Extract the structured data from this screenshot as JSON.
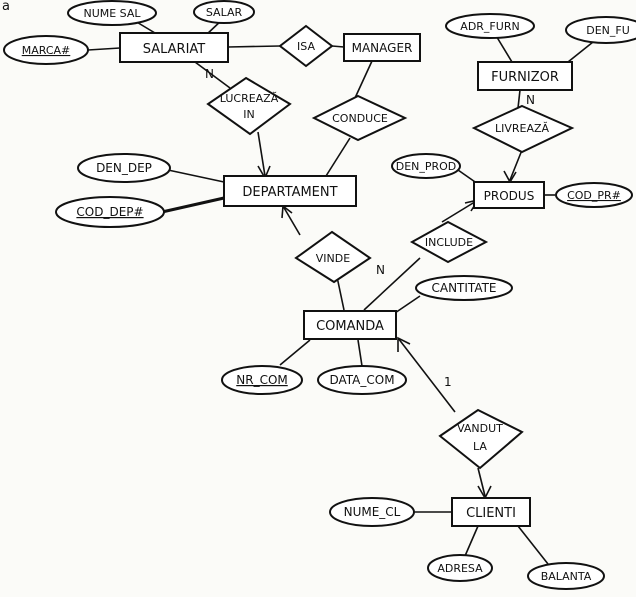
{
  "diagram": {
    "header_fragment": "a",
    "entities": {
      "salariat": "SALARIAT",
      "manager": "MANAGER",
      "furnizor": "FURNIZOR",
      "departament": "DEPARTAMENT",
      "produs": "PRODUS",
      "comanda": "COMANDA",
      "clienti": "CLIENTI"
    },
    "relationships": {
      "isa": "ISA",
      "lucreaza_in_line1": "LUCREAZĂ",
      "lucreaza_in_line2": "IN",
      "conduce": "CONDUCE",
      "livreaza": "LIVREAZĂ",
      "vinde": "VINDE",
      "include": "INCLUDE",
      "vandut_la_line1": "VANDUT",
      "vandut_la_line2": "LA"
    },
    "attributes": {
      "nume_sal": "NUME SAL",
      "salar": "SALAR",
      "marca": "MARCA#",
      "adr_furn": "ADR_FURN",
      "den_furn": "DEN_FU",
      "den_dep": "DEN_DEP",
      "cod_dep": "COD_DEP#",
      "den_prod": "DEN_PROD",
      "cod_pr": "COD_PR#",
      "cantitate": "CANTITATE",
      "nr_com": "NR_COM",
      "data_com": "DATA_COM",
      "nume_cl": "NUME_CL",
      "adresa": "ADRESA",
      "balanta": "BALANTA"
    },
    "cardinalities": {
      "salariat_lucreaza": "N",
      "furnizor_livreaza": "N",
      "comanda_include": "N",
      "comanda_vandut": "1"
    }
  }
}
